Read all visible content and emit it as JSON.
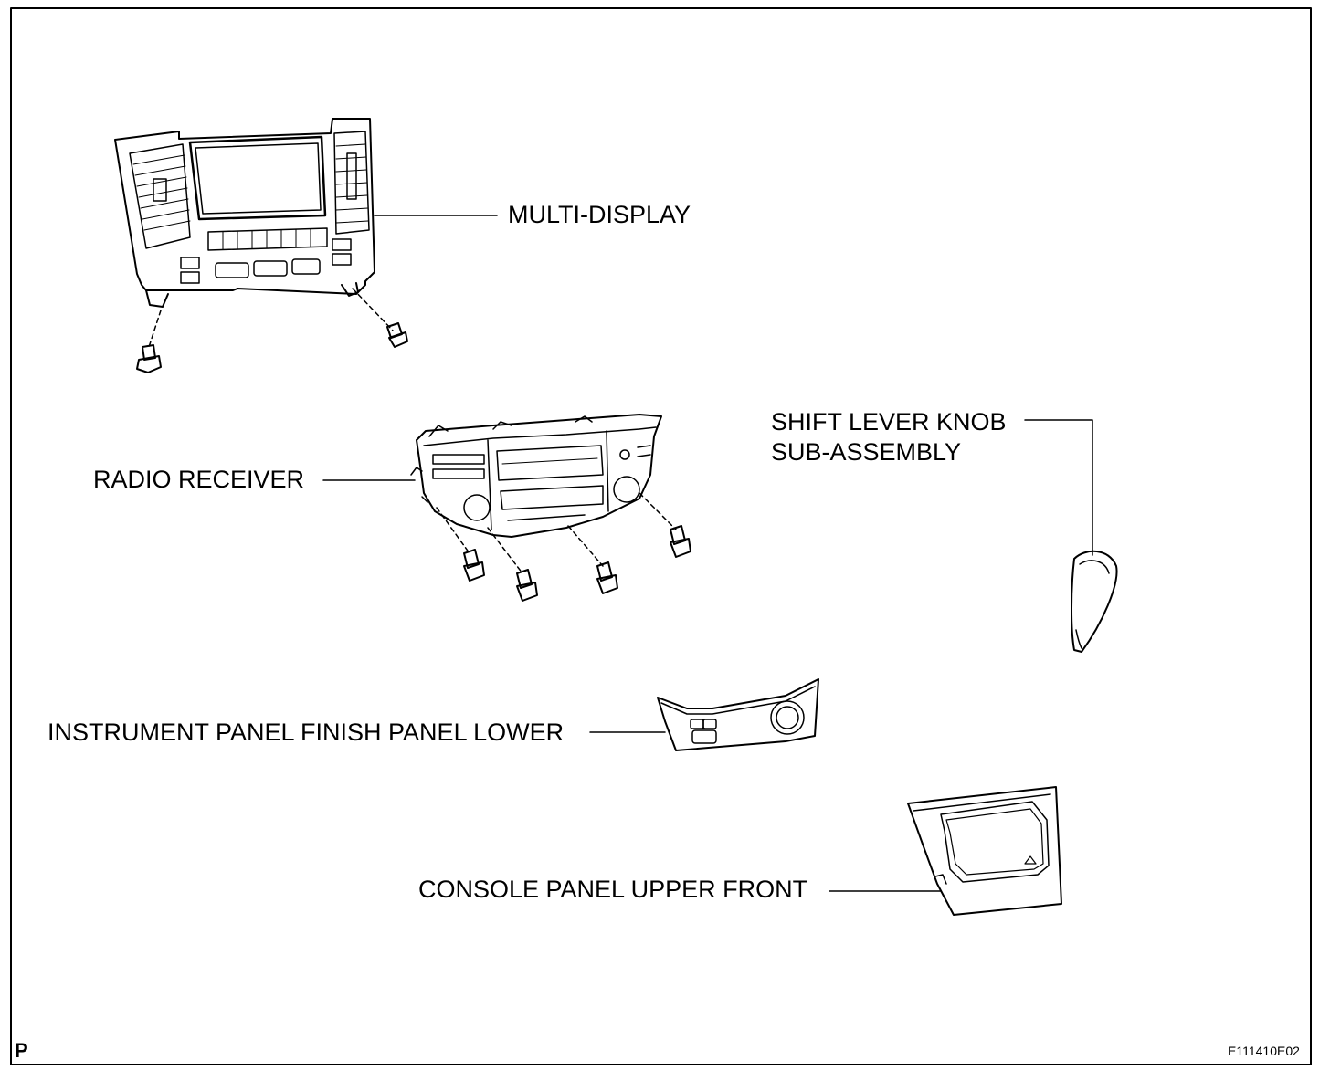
{
  "diagram": {
    "labels": {
      "multi_display": "MULTI-DISPLAY",
      "radio_receiver": "RADIO RECEIVER",
      "shift_lever_line1": "SHIFT LEVER KNOB",
      "shift_lever_line2": "SUB-ASSEMBLY",
      "finish_panel": "INSTRUMENT PANEL FINISH PANEL LOWER",
      "console_panel": "CONSOLE PANEL UPPER FRONT"
    },
    "corner_mark": "P",
    "figure_code": "E111410E02"
  }
}
